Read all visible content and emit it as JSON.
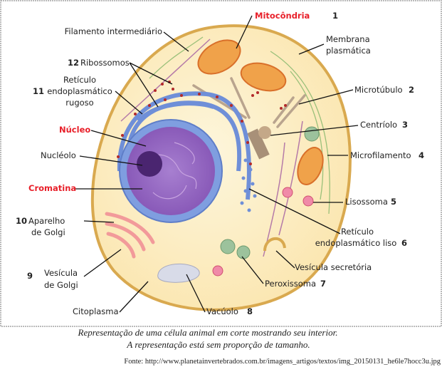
{
  "labels": {
    "filamento": "Filamento intermediário",
    "mitocondria": "Mitocôndria",
    "mitocondria_num": "1",
    "membrana_1": "Membrana",
    "membrana_2": "plasmática",
    "ribossomos_num": "12",
    "ribossomos": "Ribossomos",
    "rer_1": "Retículo",
    "rer_num": "11",
    "rer_2": "endoplasmático",
    "rer_3": "rugoso",
    "microtubulo": "Microtúbulo",
    "microtubulo_num": "2",
    "nucleo": "Núcleo",
    "centriolo": "Centríolo",
    "centriolo_num": "3",
    "nucleolo": "Nucléolo",
    "microfilamento": "Microfilamento",
    "microfilamento_num": "4",
    "cromatina": "Cromatina",
    "lisossoma": "Lisossoma",
    "lisossoma_num": "5",
    "golgi_num": "10",
    "golgi_1": "Aparelho",
    "golgi_2": "de Golgi",
    "rel_1": "Retículo",
    "rel_2": "endoplasmático liso",
    "rel_num": "6",
    "vesgolgi_num": "9",
    "vesgolgi_1": "Vesícula",
    "vesgolgi_2": "de Golgi",
    "vessecr": "Vesícula secretória",
    "peroxissoma": "Peroxissoma",
    "peroxissoma_num": "7",
    "citoplasma": "Citoplasma",
    "vacuolo": "Vacúolo",
    "vacuolo_num": "8"
  },
  "caption": {
    "line1": "Representação de uma célula animal em corte mostrando seu interior.",
    "line2": "A representação está sem proporção de tamanho.",
    "source": "Fonte: http://www.planetainvertebrados.com.br/imagens_artigos/textos/img_20150131_he6le7hocc3u.jpg"
  },
  "colors": {
    "highlight": "#e8202a",
    "cytoplasm": "#fdf0c8",
    "membrane": "#d9a94f",
    "nucleus": "#8b5bb5",
    "er": "#6f8fd8"
  }
}
